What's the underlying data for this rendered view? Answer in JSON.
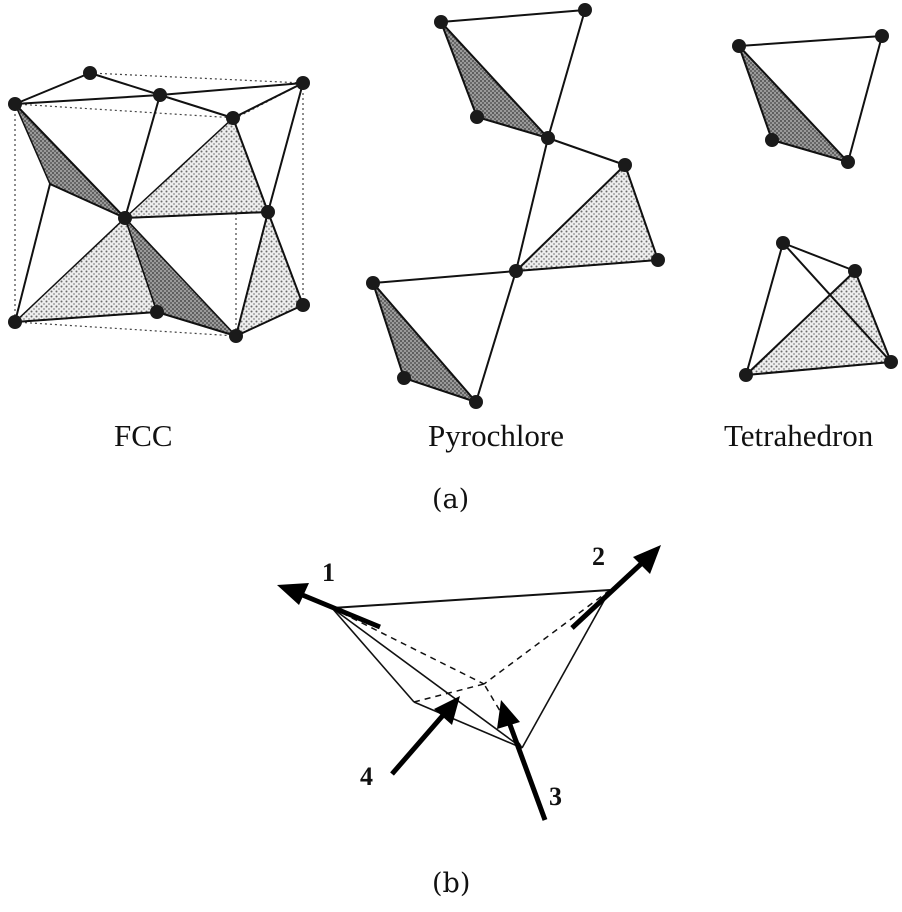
{
  "panel_a": {
    "structures": [
      {
        "label": "FCC"
      },
      {
        "label": "Pyrochlore"
      },
      {
        "label": "Tetrahedron"
      }
    ],
    "caption": "(a)"
  },
  "panel_b": {
    "spin_labels": [
      "1",
      "2",
      "3",
      "4"
    ],
    "caption": "(b)"
  },
  "colors": {
    "line": "#111111",
    "dark_face": "#555555",
    "light_face": "#d9d9d9",
    "atom": "#1a1a1a"
  }
}
